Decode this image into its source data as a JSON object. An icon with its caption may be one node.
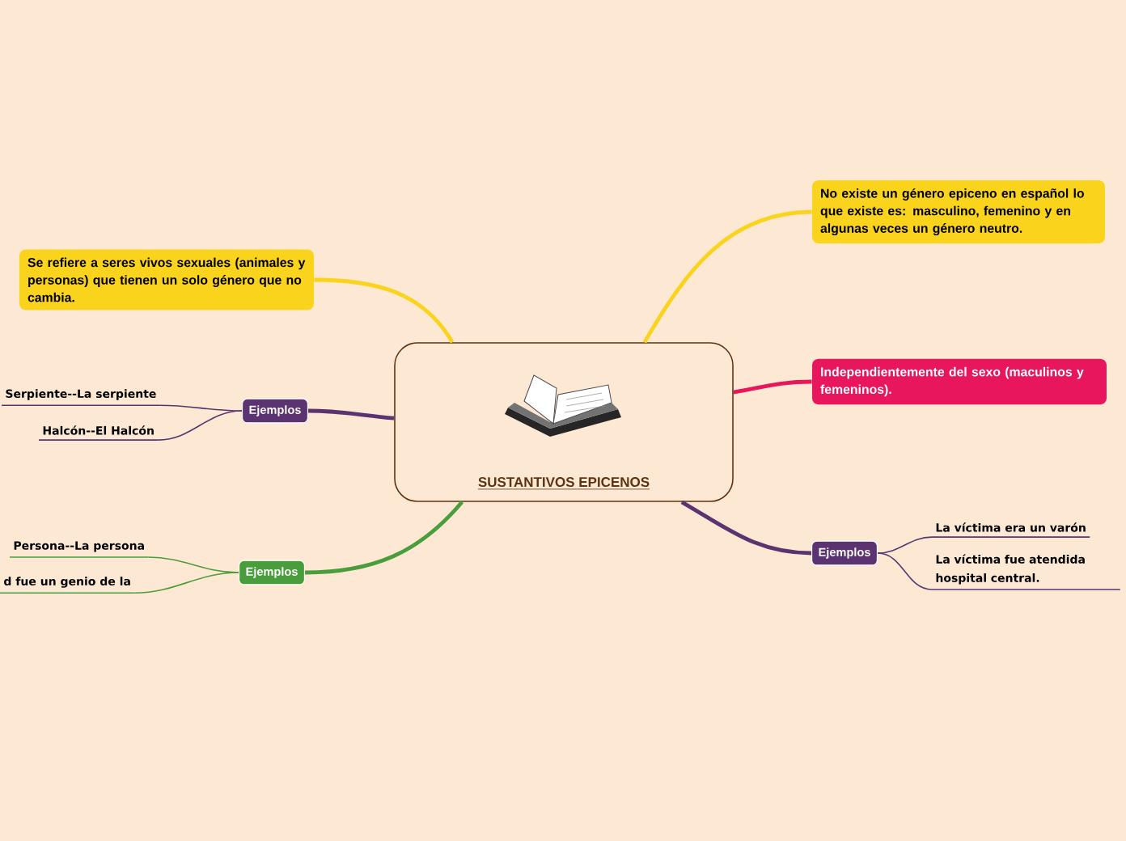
{
  "diagram": {
    "nodes": [
      {
        "text": [
          "SUSTANTIVOS EPICENOS"
        ]
      },
      {
        "text": [
          "Se refiere a seres vivos sexuales (animales y personas) que tienen un solo género que no cambia."
        ]
      },
      {
        "text": [
          "No existe un género epiceno en español lo que existe es: masculino, femenino y en algunas veces un género neutro."
        ]
      },
      {
        "text": [
          "Independientemente del sexo (maculinos y femeninos)."
        ]
      },
      {
        "text": [
          "Ejemplos"
        ]
      },
      {
        "text": [
          "Serpiente--La serpiente"
        ]
      },
      {
        "text": [
          "Halcón--El Halcón"
        ]
      },
      {
        "text": [
          "Ejemplos"
        ]
      },
      {
        "text": [
          "La víctima era un varón"
        ]
      },
      {
        "text": [
          "La víctima fue atendida hospital central."
        ]
      },
      {
        "text": [
          "Ejemplos"
        ]
      },
      {
        "text": [
          "Persona--La persona"
        ]
      },
      {
        "text": [
          "d fue un genio de la"
        ]
      }
    ],
    "edges": [
      {
        "from": 0,
        "to": 1,
        "arrow": "none",
        "style": "thick",
        "color": "#fad31c"
      },
      {
        "from": 0,
        "to": 2,
        "arrow": "none",
        "style": "thick",
        "color": "#fad31c"
      },
      {
        "from": 0,
        "to": 3,
        "arrow": "none",
        "style": "thick",
        "color": "#e8175d"
      },
      {
        "from": 0,
        "to": 4,
        "arrow": "none",
        "style": "thick",
        "color": "#5b3370"
      },
      {
        "from": 4,
        "to": 5,
        "arrow": "none",
        "color": "#5b3370"
      },
      {
        "from": 4,
        "to": 6,
        "arrow": "none",
        "color": "#5b3370"
      },
      {
        "from": 0,
        "to": 7,
        "arrow": "none",
        "style": "thick",
        "color": "#5b3370"
      },
      {
        "from": 7,
        "to": 8,
        "arrow": "none",
        "color": "#5b3370"
      },
      {
        "from": 7,
        "to": 9,
        "arrow": "none",
        "color": "#5b3370"
      },
      {
        "from": 0,
        "to": 10,
        "arrow": "none",
        "style": "thick",
        "color": "#4a9d3c"
      },
      {
        "from": 10,
        "to": 11,
        "arrow": "none",
        "color": "#4a9d3c"
      },
      {
        "from": 10,
        "to": 12,
        "arrow": "none",
        "color": "#4a9d3c"
      }
    ]
  }
}
